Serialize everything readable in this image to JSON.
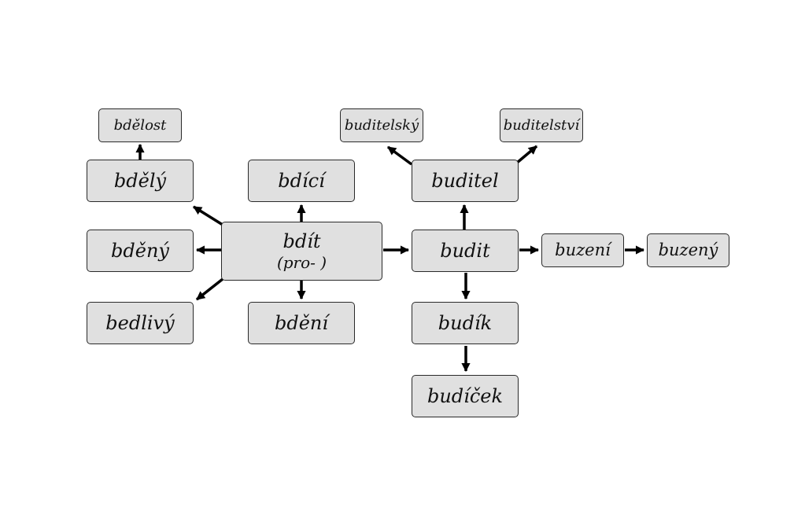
{
  "diagram": {
    "nodes": {
      "bdit": "bdít",
      "bdit_prefix": "(pro- )",
      "bdely": "bdělý",
      "bdelost": "bdělost",
      "bdeny": "bděný",
      "bedlivy": "bedlivý",
      "bdici": "bdící",
      "bdeni": "bdění",
      "budit": "budit",
      "buditel": "buditel",
      "buditelsky": "buditelský",
      "buditelstvi": "buditelství",
      "buzeni": "buzení",
      "buzeny": "buzený",
      "budik": "budík",
      "budicek": "budíček"
    },
    "edges": [
      [
        "bdit",
        "bdely"
      ],
      [
        "bdely",
        "bdelost"
      ],
      [
        "bdit",
        "bdeny"
      ],
      [
        "bdit",
        "bedlivy"
      ],
      [
        "bdit",
        "bdici"
      ],
      [
        "bdit",
        "bdeni"
      ],
      [
        "bdit",
        "budit"
      ],
      [
        "budit",
        "buditel"
      ],
      [
        "buditel",
        "buditelsky"
      ],
      [
        "buditel",
        "buditelstvi"
      ],
      [
        "budit",
        "buzeni"
      ],
      [
        "buzeni",
        "buzeny"
      ],
      [
        "budit",
        "budik"
      ],
      [
        "budik",
        "budicek"
      ]
    ]
  }
}
